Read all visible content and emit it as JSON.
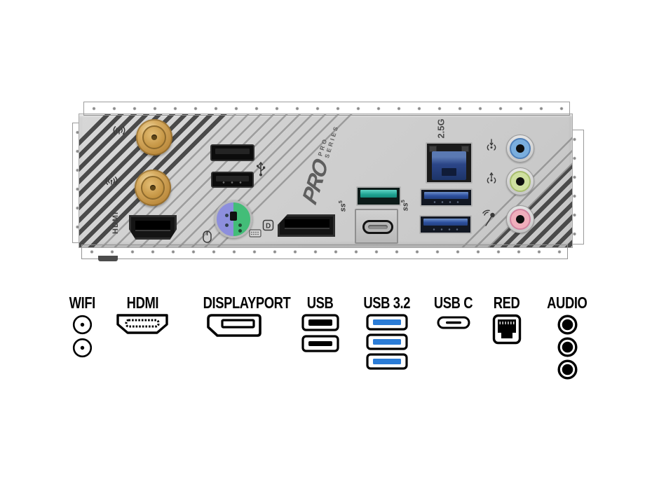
{
  "panel": {
    "brand": {
      "logo": "PRO",
      "series": "PRO SERIES"
    },
    "ports": {
      "hdmi_label": "HDMI",
      "lan_label": "2.5G",
      "usb_speed_mark": "ss",
      "usb_speed_value": "5",
      "dp_logo": "D"
    },
    "colors": {
      "shield_metal": "#cfcfcf",
      "antenna_gold": "#c9984d",
      "ps2_purple": "#8d8fdd",
      "ps2_green": "#43bd78",
      "usb2_black": "#0c0c0c",
      "usb32_teal": "#1fa392",
      "usb32_blue": "#2c4f9e",
      "lan_blue": "#2c4688",
      "audio_line_in": "#7aaede",
      "audio_line_out": "#cfe0a0",
      "audio_mic": "#f0aebc"
    }
  },
  "legend": {
    "items": [
      {
        "label": "WIFI"
      },
      {
        "label": "HDMI"
      },
      {
        "label": "DISPLAYPORT"
      },
      {
        "label": "USB",
        "bar_color": "#000000"
      },
      {
        "label": "USB 3.2",
        "bar_color": "#2b7cd6"
      },
      {
        "label": "USB C"
      },
      {
        "label": "RED"
      },
      {
        "label": "AUDIO"
      }
    ]
  }
}
